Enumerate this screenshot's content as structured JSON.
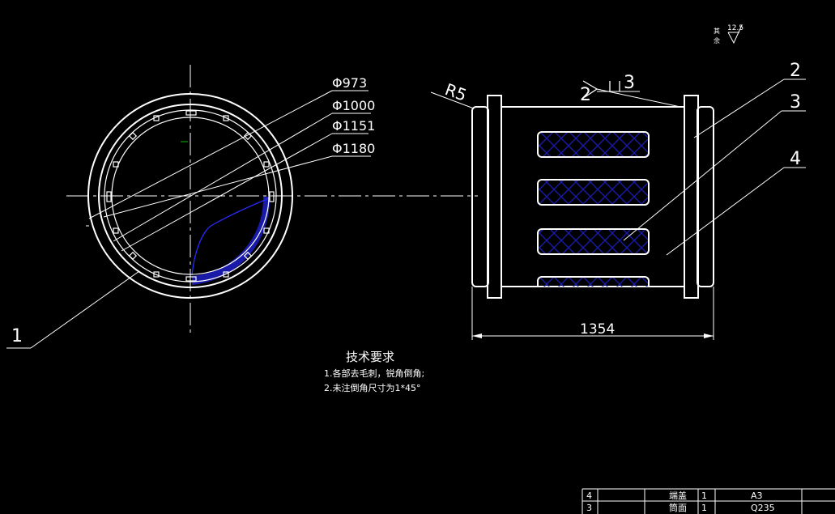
{
  "colors": {
    "background": "#000000",
    "line": "#ffffff",
    "hatch": "#1a1aa8",
    "accent_green": "#00c000"
  },
  "callouts": {
    "part1": "1",
    "part2": "2",
    "part3": "3",
    "part4": "4"
  },
  "dimensions": {
    "d973": "Φ973",
    "d1000": "Φ1000",
    "d1151": "Φ1151",
    "d1180": "Φ1180",
    "radius": "R5",
    "length": "1354",
    "weld_left": "2",
    "weld_right": "3"
  },
  "surface_finish": {
    "label_line1": "其",
    "label_line2": "余",
    "value": "12.5"
  },
  "technical_requirements": {
    "title": "技术要求",
    "items": [
      "1.各部去毛刺，锐角倒角;",
      "2.未注倒角尺寸为1*45°"
    ]
  },
  "title_block": {
    "rows": [
      {
        "index": "4",
        "name": "端盖",
        "qty": "1",
        "material": "A3"
      },
      {
        "index": "3",
        "name": "筒面",
        "qty": "1",
        "material": "Q235"
      }
    ]
  }
}
